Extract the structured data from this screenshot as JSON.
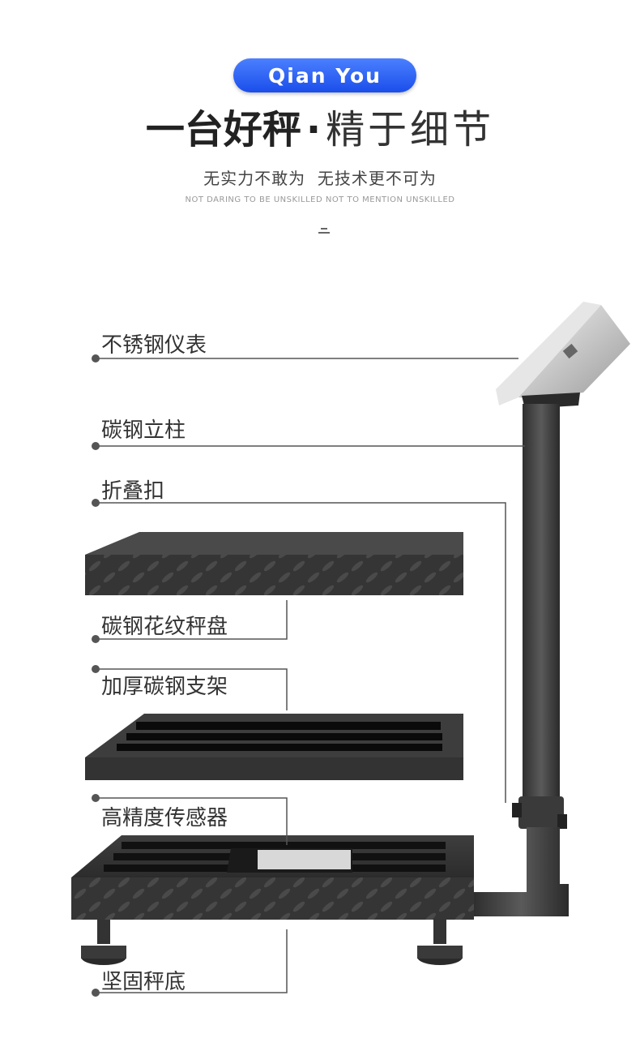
{
  "badge": {
    "text": "Qian You"
  },
  "headline": {
    "bold": "一台好秤",
    "separator": "·",
    "light": "精于细节"
  },
  "tagline": {
    "zh": "无实力不敢为  无技术更不可为",
    "en": "NOT DARING TO BE UNSKILLED NOT TO MENTION UNSKILLED"
  },
  "parts": {
    "indicator": "不锈钢仪表",
    "column": "碳钢立柱",
    "folding_buckle": "折叠扣",
    "pan": "碳钢花纹秤盘",
    "frame": "加厚碳钢支架",
    "sensor": "高精度传感器",
    "base": "坚固秤底"
  },
  "colors": {
    "badge_blue": "#2a5cf0",
    "steel_dark": "#3a3a3a",
    "line_gray": "#555555"
  }
}
